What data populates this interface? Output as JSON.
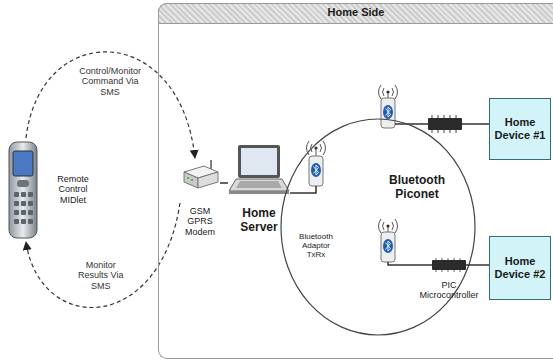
{
  "diagram": {
    "nodes": [
      {
        "text": [
          "Remote Control MIDlet"
        ]
      },
      {
        "text": [
          "Home Side"
        ]
      },
      {
        "text": [
          "GSM GPRS Modem"
        ],
        "in": 1
      },
      {
        "text": [
          "Home Server"
        ],
        "in": 1
      },
      {
        "text": [
          "Bluetooth Piconet"
        ],
        "in": 1
      },
      {
        "text": [
          "Bluetooth Adaptor TxRx"
        ],
        "in": 4
      },
      {
        "text": [
          "Home Device #1"
        ],
        "in": 1
      },
      {
        "text": [
          "Home Device #2"
        ],
        "in": 1
      },
      {
        "text": [
          "PIC Microcontroller"
        ],
        "in": 1
      }
    ],
    "edges": [
      {
        "from": 0,
        "to": 2,
        "arrow": "to",
        "label": "Control/Monitor Command Via SMS"
      },
      {
        "from": 2,
        "to": 0,
        "arrow": "to",
        "label": "Monitor Results Via SMS"
      },
      {
        "from": 2,
        "to": 3,
        "arrow": "none"
      },
      {
        "from": 3,
        "to": 5,
        "arrow": "none"
      },
      {
        "from": 8,
        "to": 7,
        "arrow": "none"
      }
    ]
  }
}
